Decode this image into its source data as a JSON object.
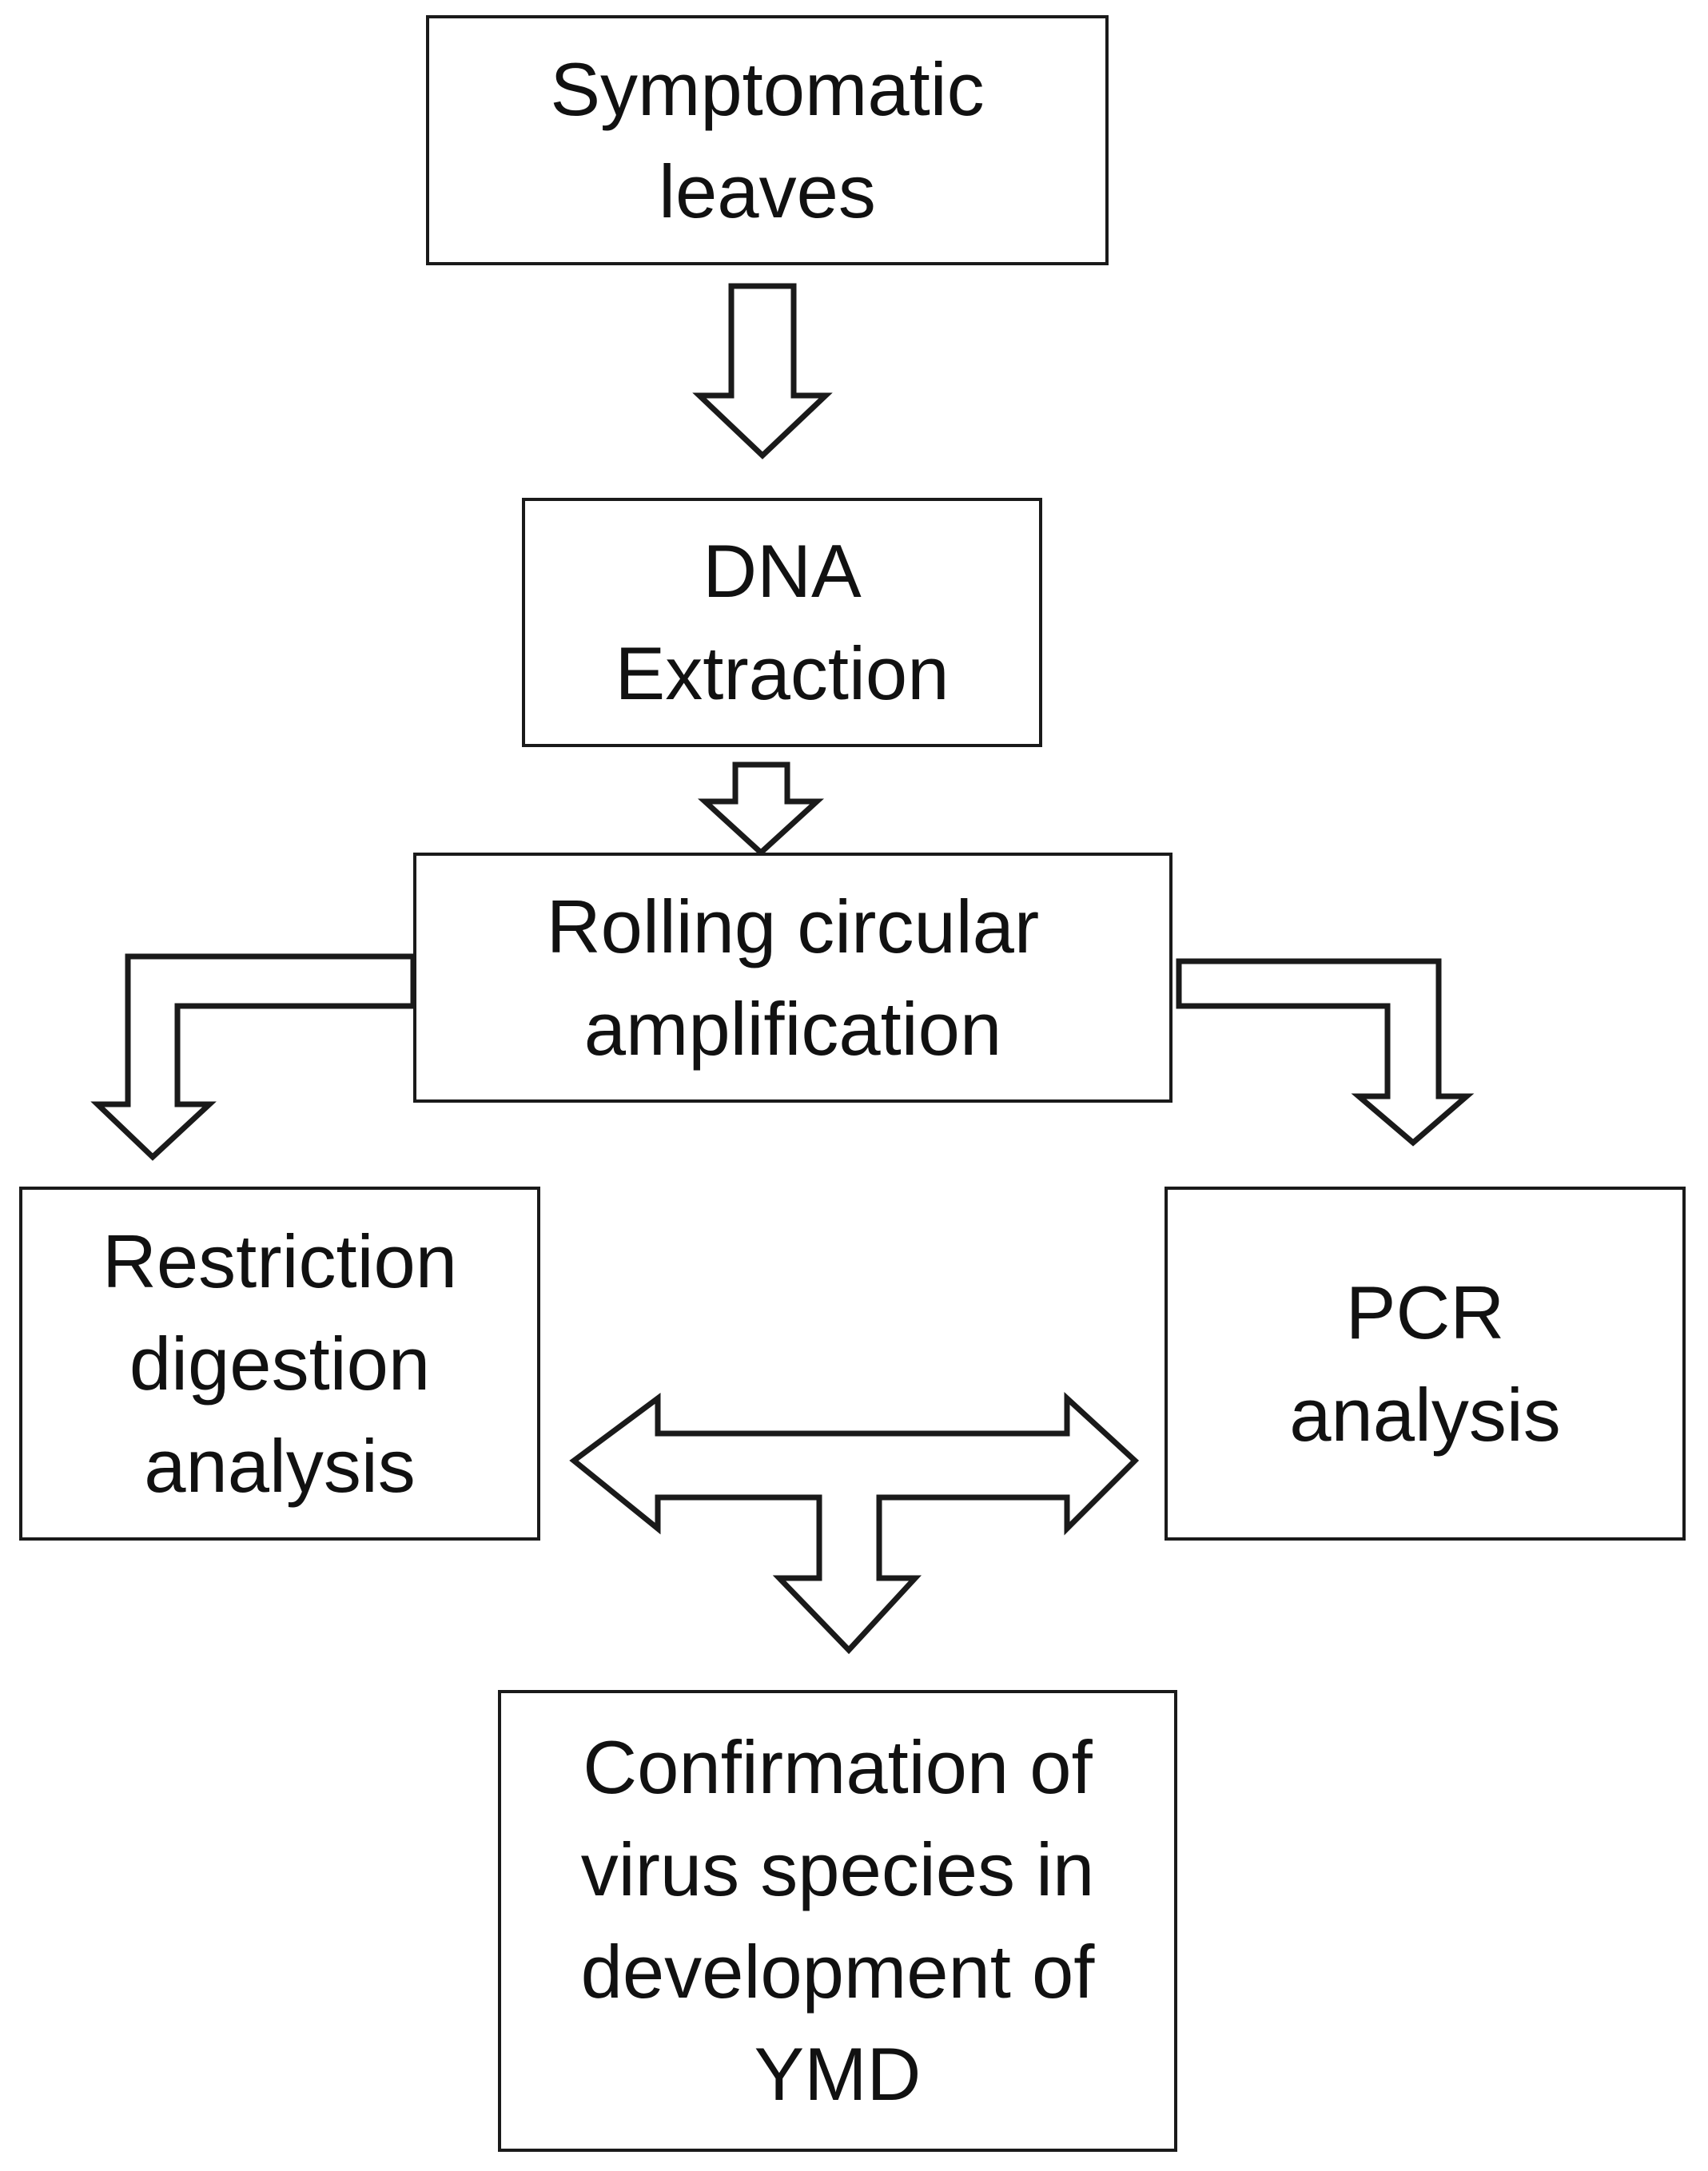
{
  "diagram": {
    "nodes": [
      {
        "id": "symptomatic",
        "lines": [
          "Symptomatic",
          "leaves"
        ]
      },
      {
        "id": "dna",
        "lines": [
          "DNA",
          "Extraction"
        ]
      },
      {
        "id": "rca",
        "lines": [
          "Rolling circular",
          "amplification"
        ]
      },
      {
        "id": "restriction",
        "lines": [
          "Restriction",
          "digestion",
          "analysis"
        ]
      },
      {
        "id": "pcr",
        "lines": [
          "PCR",
          "analysis"
        ]
      },
      {
        "id": "confirmation",
        "lines": [
          "Confirmation of",
          "virus species in",
          "development of",
          "YMD"
        ]
      }
    ],
    "edges": [
      {
        "from": "symptomatic",
        "to": "dna"
      },
      {
        "from": "dna",
        "to": "rca"
      },
      {
        "from": "rca",
        "to": "restriction"
      },
      {
        "from": "rca",
        "to": "pcr"
      },
      {
        "from": "restriction",
        "to": "pcr",
        "bidirectional": true
      },
      {
        "from": "restriction",
        "to": "confirmation"
      },
      {
        "from": "pcr",
        "to": "confirmation"
      }
    ],
    "colors": {
      "stroke": "#1a1a1a",
      "fill": "#ffffff",
      "text": "#111111"
    }
  }
}
